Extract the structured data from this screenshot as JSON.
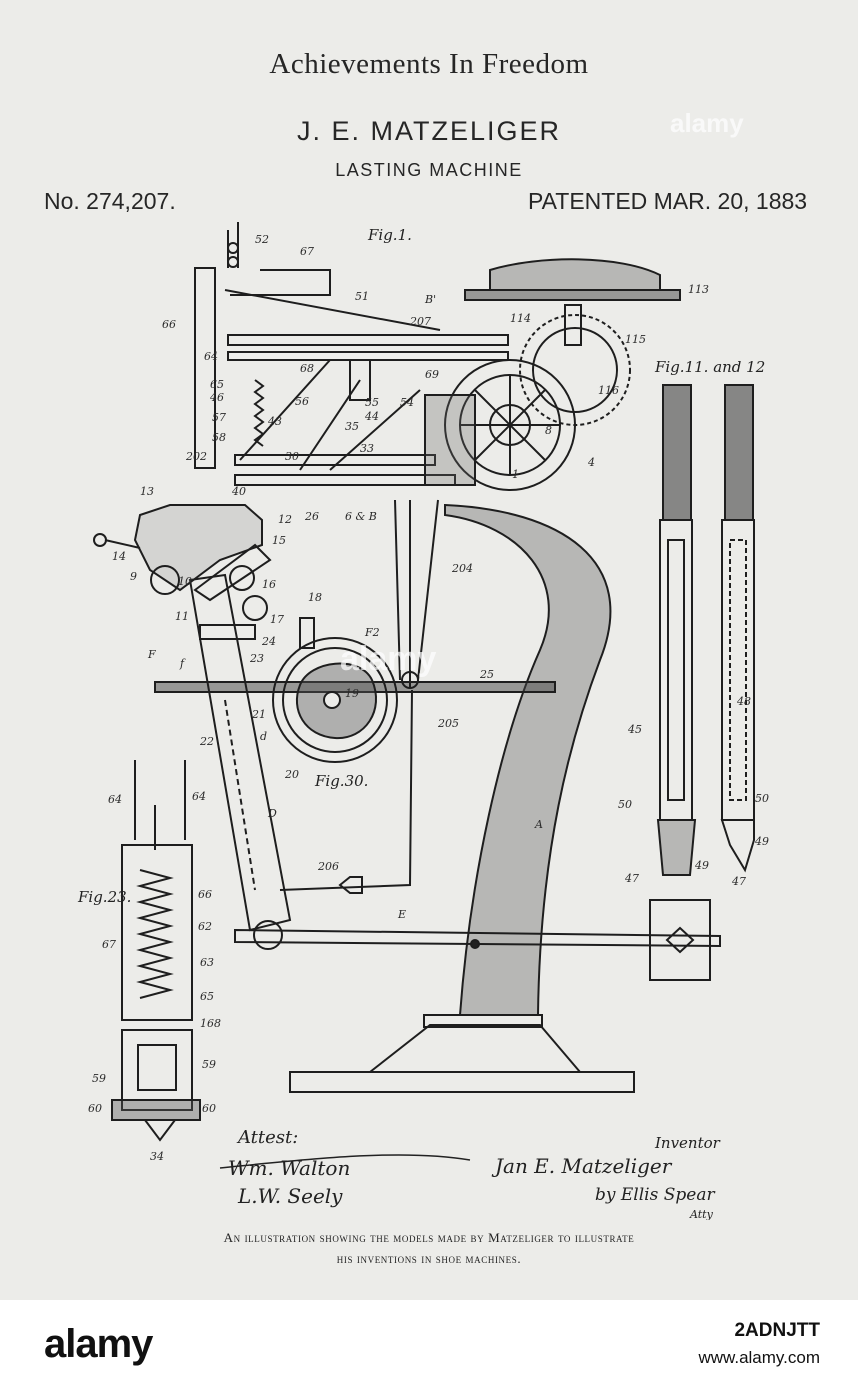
{
  "header": {
    "book_title": "Achievements In Freedom",
    "inventor": "J. E. MATZELIGER",
    "machine": "LASTING MACHINE",
    "patent_number": "No. 274,207.",
    "patent_date": "PATENTED MAR. 20, 1883"
  },
  "drawing": {
    "fig_main": "Fig.1.",
    "fig_right": "Fig.11. and 12",
    "fig_circle": "Fig.30.",
    "fig_left": "Fig.23.",
    "labels": {
      "l52": "52",
      "l67": "67",
      "l51": "51",
      "l66": "66",
      "l64": "64",
      "l65": "65",
      "l46": "46",
      "l57": "57",
      "l58": "58",
      "l43": "43",
      "l56": "56",
      "l202": "202",
      "l40": "40",
      "l13": "13",
      "l14": "14",
      "l9": "9",
      "l10": "10",
      "l11": "11",
      "l12": "12",
      "l15": "15",
      "l16": "16",
      "l17": "17",
      "l18": "18",
      "l24": "24",
      "l23": "23",
      "lF": "F",
      "lf": "f",
      "l22": "22",
      "l21": "21",
      "ld": "d",
      "l20": "20",
      "lD": "D",
      "l19": "19",
      "lF2": "F2",
      "l25": "25",
      "l205": "205",
      "l204": "204",
      "l206": "206",
      "l26": "26",
      "l6B": "6 & B",
      "lB": "B'",
      "l207": "207",
      "l113": "113",
      "l114": "114",
      "l115": "115",
      "l116": "116",
      "l69": "69",
      "l55": "55",
      "l54": "54",
      "l44": "44",
      "l35": "35",
      "l33": "33",
      "l30": "30",
      "l1": "1",
      "l4": "4",
      "l8": "8",
      "lA": "A",
      "lE": "E",
      "l45": "45",
      "l48": "48",
      "l50a": "50",
      "l50b": "50",
      "l49a": "49",
      "l49b": "49",
      "l47a": "47",
      "l47b": "47",
      "l64a": "64",
      "l64b": "64",
      "l66b": "66",
      "l62": "62",
      "l67b": "67",
      "l63": "63",
      "l65b": "65",
      "l168": "168",
      "l59a": "59",
      "l59b": "59",
      "l60a": "60",
      "l60b": "60",
      "l34": "34",
      "l68": "68"
    }
  },
  "signatures": {
    "attest": "Attest:",
    "witness1": "Wm. Walton",
    "witness2": "L.W. Seely",
    "inventor_sig": "Jan E. Matzeliger",
    "inventor_label": "Inventor",
    "attorney": "by Ellis Spear",
    "attorney_abbr": "Atty"
  },
  "caption": {
    "line1": "An illustration showing the models made by Matzeliger to illustrate",
    "line2": "his inventions in shoe machines."
  },
  "watermarks": {
    "center": "alamy",
    "corner": "alamy"
  },
  "footer": {
    "logo": "alamy",
    "image_id": "2ADNJTT",
    "url": "www.alamy.com"
  }
}
